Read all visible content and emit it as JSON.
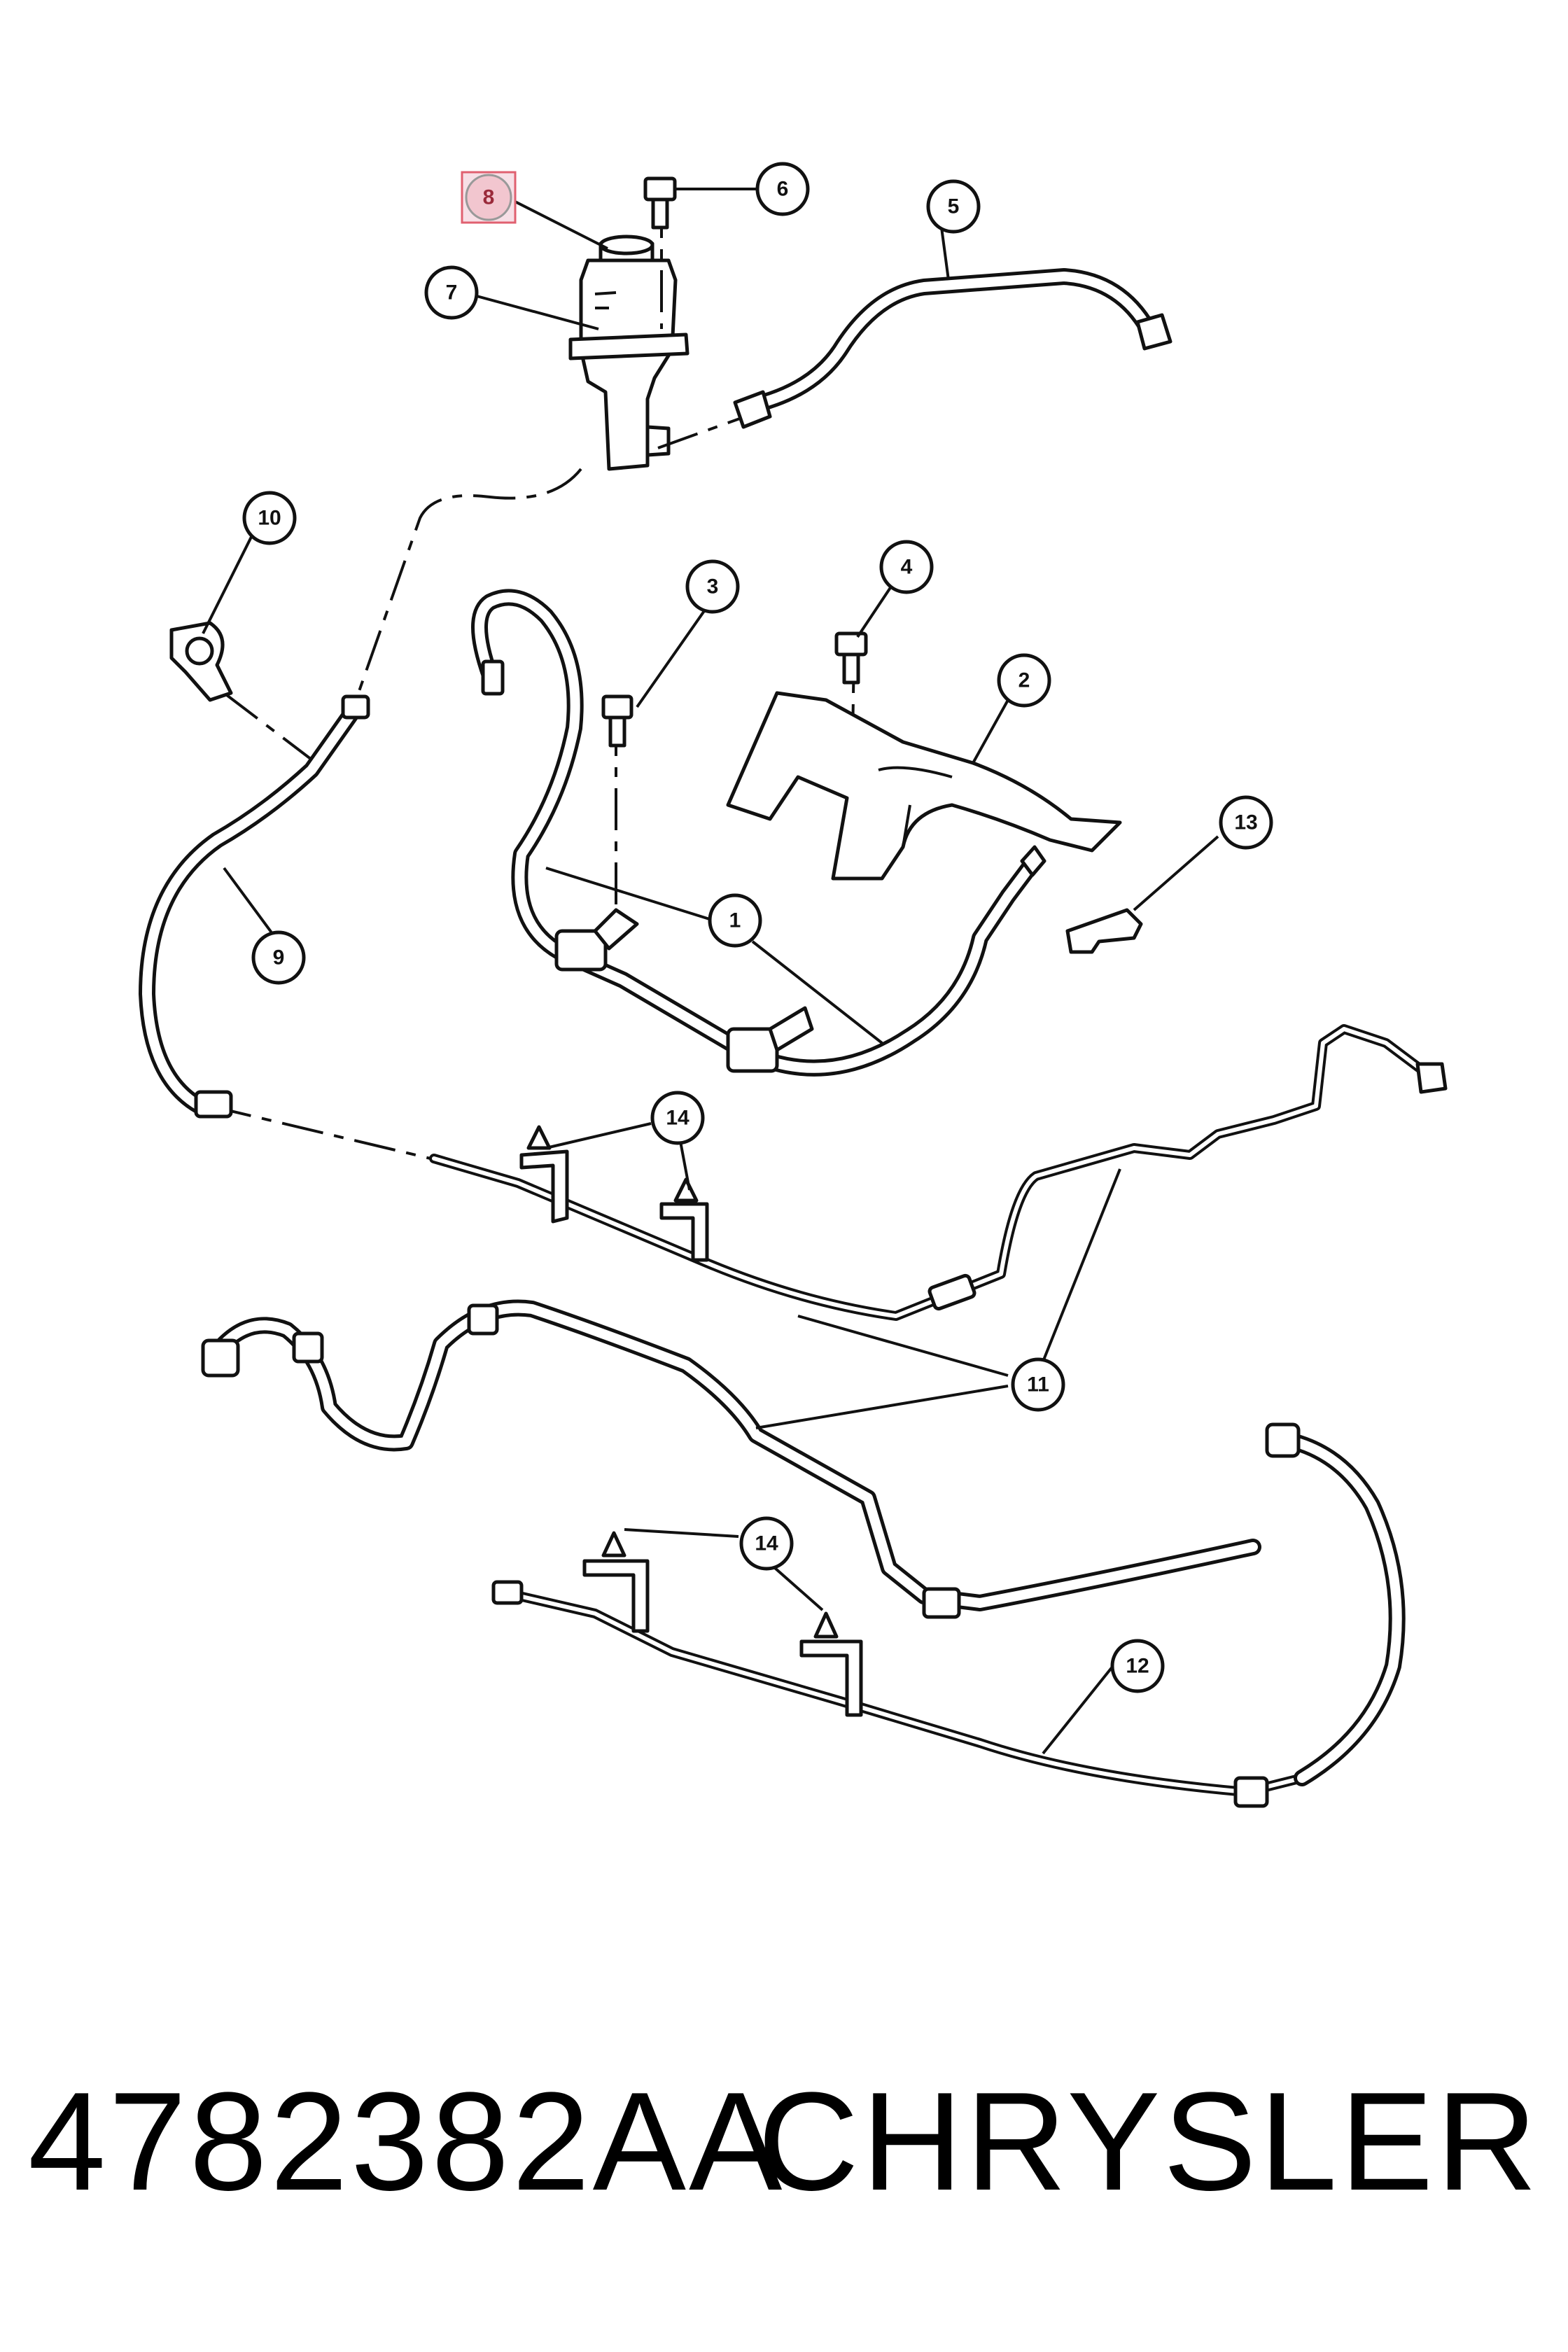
{
  "diagram": {
    "callouts": [
      {
        "label": "1",
        "target": "pressure-hose"
      },
      {
        "label": "2",
        "target": "heat-shield"
      },
      {
        "label": "3",
        "target": "bolt"
      },
      {
        "label": "4",
        "target": "bolt"
      },
      {
        "label": "5",
        "target": "supply-hose"
      },
      {
        "label": "6",
        "target": "bolt"
      },
      {
        "label": "7",
        "target": "reservoir"
      },
      {
        "label": "8",
        "target": "reservoir-cap"
      },
      {
        "label": "9",
        "target": "return-hose"
      },
      {
        "label": "10",
        "target": "clip"
      },
      {
        "label": "11",
        "target": "cooler-line"
      },
      {
        "label": "12",
        "target": "return-line"
      },
      {
        "label": "13",
        "target": "retainer"
      },
      {
        "label": "14",
        "target": "push-pin"
      }
    ],
    "highlighted_callout": "8"
  },
  "footer": {
    "part_number": "4782382AA",
    "brand": "CHRYSLER"
  }
}
